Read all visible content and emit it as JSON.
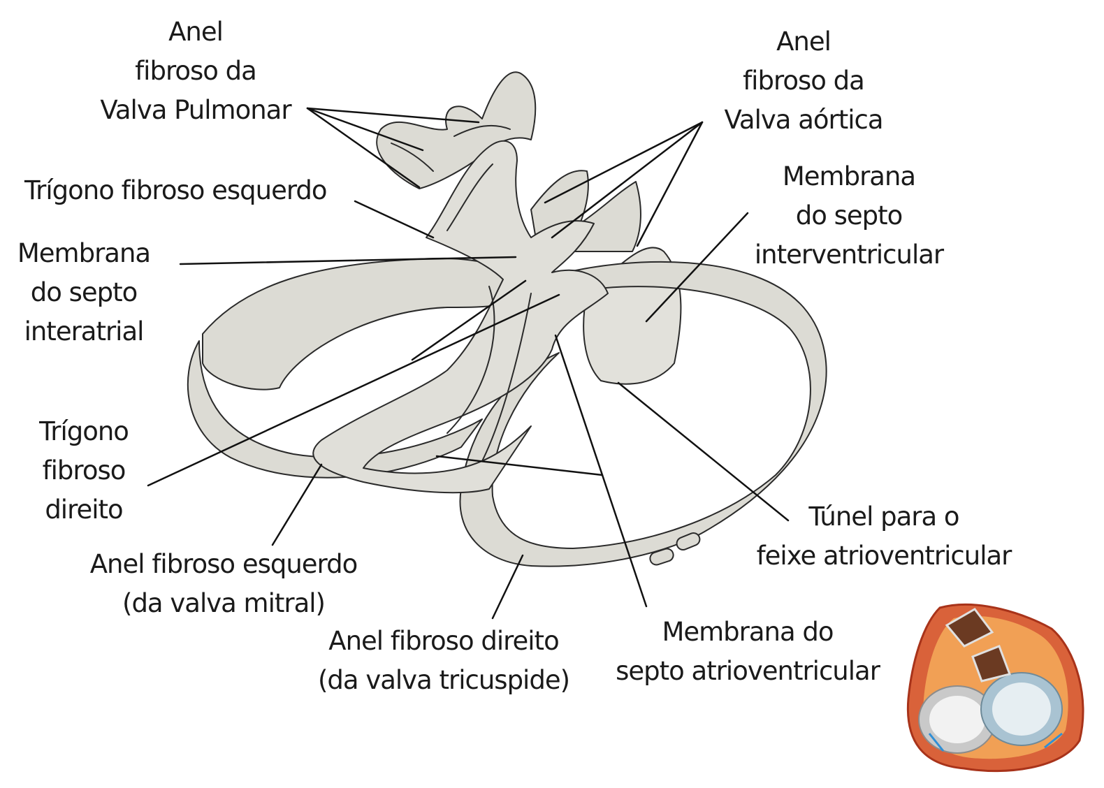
{
  "labels": {
    "pulmonary_ring": [
      "Anel",
      "fibroso da",
      "Valva Pulmonar"
    ],
    "aortic_ring": [
      "Anel",
      "fibroso da",
      "Valva aórtica"
    ],
    "left_trigone": [
      "Trígono fibroso esquerdo"
    ],
    "interventricular_membrane": [
      "Membrana",
      "do septo",
      "interventricular"
    ],
    "interatrial_membrane": [
      "Membrana",
      "do septo",
      "interatrial"
    ],
    "right_trigone": [
      "Trígono",
      "fibroso",
      "direito"
    ],
    "av_bundle_tunnel": [
      "Túnel para o",
      "feixe atrioventricular"
    ],
    "mitral_ring": [
      "Anel fibroso esquerdo",
      "(da valva mitral)"
    ],
    "tricuspid_ring": [
      "Anel fibroso direito",
      "(da valva tricuspide)"
    ],
    "av_membrane": [
      "Membrana do",
      "septo atrioventricular"
    ]
  },
  "colors": {
    "fill": "#dcdbd4",
    "fill_light": "#ebeae4",
    "outline": "#2a2a2a",
    "leader": "#111111",
    "text": "#1a1a1a"
  }
}
